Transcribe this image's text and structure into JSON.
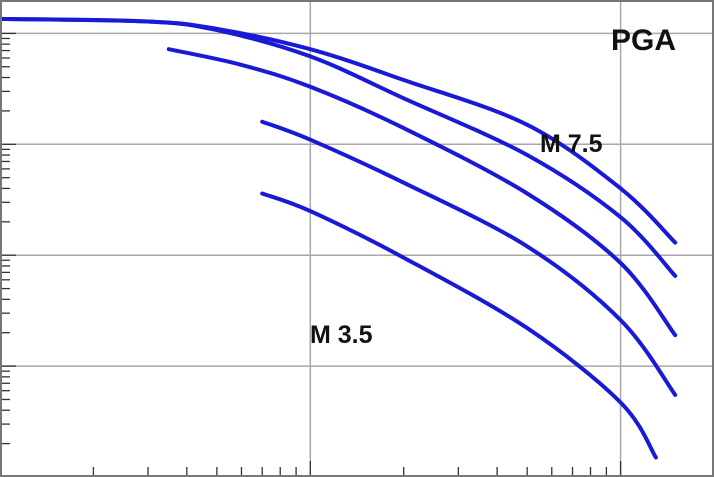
{
  "chart_data": {
    "type": "line",
    "title": "PGA",
    "xlabel": "",
    "ylabel": "",
    "x_scale": "log",
    "y_scale": "log",
    "xlim": [
      0.1,
      20
    ],
    "ylim": [
      0.0001,
      2
    ],
    "grid": true,
    "line_color": "#1a1ad6",
    "annotations": [
      "M 7.5",
      "M 3.5"
    ],
    "series": [
      {
        "x": [
          0.1,
          0.3,
          0.5,
          1,
          2,
          5,
          10,
          15
        ],
        "y": [
          1.35,
          1.28,
          1.1,
          0.72,
          0.38,
          0.15,
          0.04,
          0.013
        ]
      },
      {
        "x": [
          0.1,
          0.3,
          0.5,
          1,
          2,
          5,
          10,
          15
        ],
        "y": [
          1.35,
          1.28,
          1.07,
          0.62,
          0.26,
          0.08,
          0.022,
          0.0065
        ]
      },
      {
        "x": [
          0.35,
          0.6,
          1,
          2,
          5,
          10,
          15
        ],
        "y": [
          0.72,
          0.52,
          0.33,
          0.14,
          0.036,
          0.0085,
          0.0019
        ]
      },
      {
        "x": [
          0.7,
          1,
          2,
          5,
          10,
          15
        ],
        "y": [
          0.16,
          0.11,
          0.045,
          0.012,
          0.0026,
          0.00055
        ]
      },
      {
        "x": [
          0.7,
          1,
          2,
          5,
          10,
          13
        ],
        "y": [
          0.036,
          0.025,
          0.0095,
          0.0022,
          0.00047,
          0.00015
        ]
      }
    ]
  }
}
